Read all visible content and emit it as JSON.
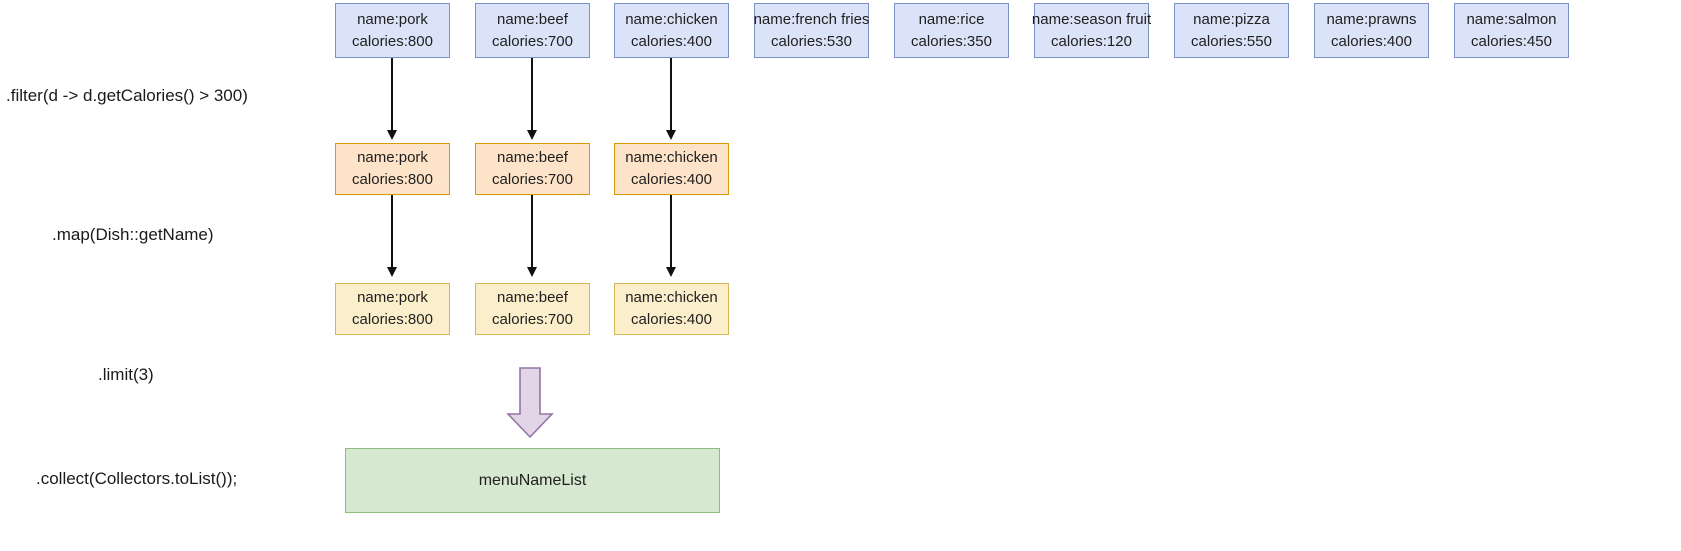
{
  "diagram": {
    "title": "Java Stream pipeline: filter, map, limit, collect",
    "colors": {
      "source_fill": "#dae3f7",
      "source_stroke": "#7a92c4",
      "filter_fill": "#fde3c8",
      "filter_stroke": "#d79b00",
      "map_fill": "#fbeecb",
      "map_stroke": "#d6b656",
      "result_fill": "#d6e9d0",
      "result_stroke": "#8fbc7f",
      "block_arrow_fill": "#e1d5e7",
      "block_arrow_stroke": "#9673a6",
      "connector": "#111111"
    },
    "stage_labels": [
      {
        "name": "filter",
        "text": ".filter(d -> d.getCalories() > 300)"
      },
      {
        "name": "map",
        "text": ".map(Dish::getName)"
      },
      {
        "name": "limit",
        "text": ".limit(3)"
      },
      {
        "name": "collect",
        "text": ".collect(Collectors.toList());"
      }
    ],
    "source_row": [
      {
        "name_line": "name:pork",
        "calories_line": "calories:800"
      },
      {
        "name_line": "name:beef",
        "calories_line": "calories:700"
      },
      {
        "name_line": "name:chicken",
        "calories_line": "calories:400"
      },
      {
        "name_line": "name:french fries",
        "calories_line": "calories:530"
      },
      {
        "name_line": "name:rice",
        "calories_line": "calories:350"
      },
      {
        "name_line": "name:season fruit",
        "calories_line": "calories:120"
      },
      {
        "name_line": "name:pizza",
        "calories_line": "calories:550"
      },
      {
        "name_line": "name:prawns",
        "calories_line": "calories:400"
      },
      {
        "name_line": "name:salmon",
        "calories_line": "calories:450"
      }
    ],
    "filter_row": [
      {
        "name_line": "name:pork",
        "calories_line": "calories:800"
      },
      {
        "name_line": "name:beef",
        "calories_line": "calories:700"
      },
      {
        "name_line": "name:chicken",
        "calories_line": "calories:400"
      }
    ],
    "map_row": [
      {
        "name_line": "name:pork",
        "calories_line": "calories:800"
      },
      {
        "name_line": "name:beef",
        "calories_line": "calories:700"
      },
      {
        "name_line": "name:chicken",
        "calories_line": "calories:400"
      }
    ],
    "result": {
      "label": "menuNameList"
    }
  }
}
